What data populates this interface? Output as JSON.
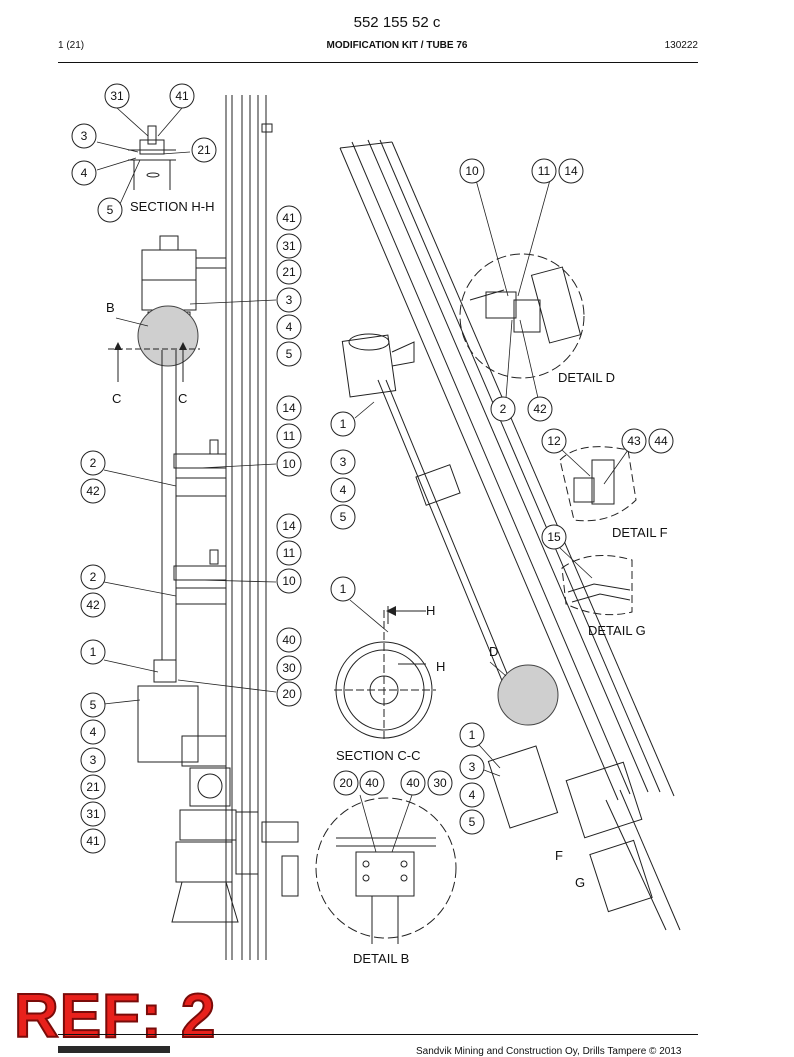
{
  "header": {
    "doc_number": "552 155 52 c",
    "page": "1 (21)",
    "title": "MODIFICATION KIT / TUBE 76",
    "date": "130222"
  },
  "views": {
    "section_hh": "SECTION H-H",
    "detail_d": "DETAIL D",
    "detail_f": "DETAIL F",
    "detail_g": "DETAIL G",
    "section_cc": "SECTION C-C",
    "detail_b": "DETAIL B"
  },
  "letters": {
    "b": "B",
    "c": "C",
    "h": "H",
    "d": "D",
    "f": "F",
    "g": "G"
  },
  "callouts": {
    "sec_hh": [
      "31",
      "41",
      "3",
      "21",
      "4",
      "5"
    ],
    "col_upper": [
      "41",
      "31",
      "21",
      "3",
      "4",
      "5"
    ],
    "col_mid1": [
      "14",
      "11",
      "10"
    ],
    "left_mid1": [
      "2",
      "42"
    ],
    "col_mid2": [
      "14",
      "11",
      "10"
    ],
    "left_mid2": [
      "2",
      "42"
    ],
    "col_lower": [
      "40",
      "30",
      "20"
    ],
    "left_lower": [
      "1",
      "5",
      "4",
      "3",
      "21",
      "31",
      "41"
    ],
    "mast_upper": [
      "1",
      "3",
      "4",
      "5"
    ],
    "detail_d": [
      "10",
      "11",
      "14",
      "2",
      "42"
    ],
    "detail_f": [
      "12",
      "43",
      "44"
    ],
    "detail_g": [
      "15"
    ],
    "section_cc": [
      "1"
    ],
    "detail_b": [
      "20",
      "40",
      "40",
      "30"
    ],
    "mast_lower": [
      "1",
      "3",
      "4",
      "5"
    ]
  },
  "stamp": "REF: 2",
  "footer": "Sandvik Mining and Construction Oy, Drills Tampere © 2013"
}
